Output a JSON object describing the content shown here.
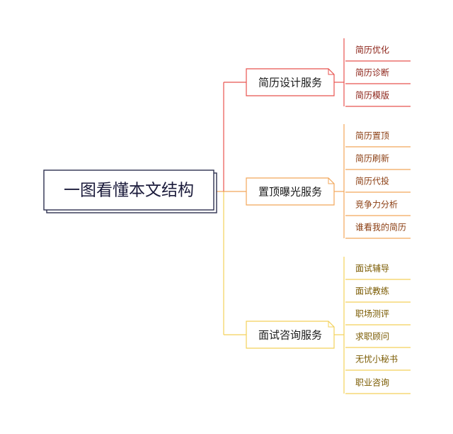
{
  "root": {
    "label": "一图看懂本文结构",
    "border_color": "#2e3150",
    "text_color": "#1a1a3a"
  },
  "branches": [
    {
      "label": "简历设计服务",
      "color": "#e8534f",
      "leaf_text_color": "#8a1f14",
      "leaves": [
        "简历优化",
        "简历诊断",
        "简历模版"
      ]
    },
    {
      "label": "置顶曝光服务",
      "color": "#f2a65a",
      "leaf_text_color": "#8a3c10",
      "leaves": [
        "简历置顶",
        "简历刷新",
        "简历代投",
        "竞争力分析",
        "谁看我的简历"
      ]
    },
    {
      "label": "面试咨询服务",
      "color": "#f3d15a",
      "leaf_text_color": "#7a5a00",
      "leaves": [
        "面试辅导",
        "面试教练",
        "职场测评",
        "求职顾问",
        "无忧小秘书",
        "职业咨询"
      ]
    }
  ]
}
